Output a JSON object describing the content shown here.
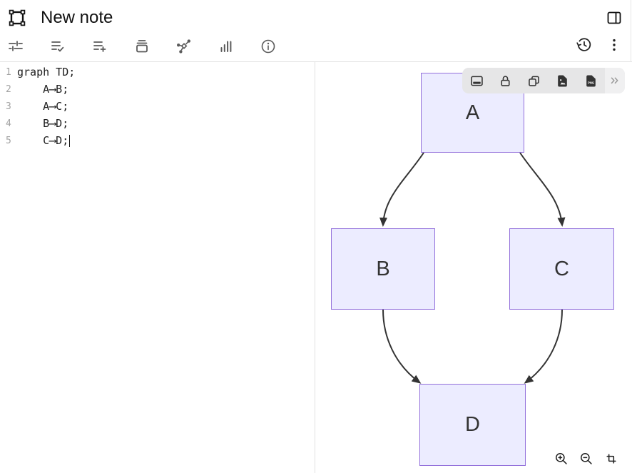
{
  "header": {
    "title": "New note",
    "logo_icon": "selection-frame-icon",
    "panel_toggle_icon": "layout-sidebar-icon"
  },
  "toolbar": {
    "items": [
      {
        "icon": "adjustments-icon"
      },
      {
        "icon": "list-check-icon"
      },
      {
        "icon": "list-add-icon"
      },
      {
        "icon": "archive-icon"
      },
      {
        "icon": "graph-icon"
      },
      {
        "icon": "bar-chart-icon"
      },
      {
        "icon": "info-icon"
      }
    ],
    "right": [
      {
        "icon": "history-icon"
      },
      {
        "icon": "more-vertical-icon"
      }
    ]
  },
  "editor": {
    "language": "mermaid",
    "lines": [
      {
        "num": "1",
        "text": "graph TD;"
      },
      {
        "num": "2",
        "text": "    A⟶B;"
      },
      {
        "num": "3",
        "text": "    A⟶C;"
      },
      {
        "num": "4",
        "text": "    B⟶D;"
      },
      {
        "num": "5",
        "text": "    C⟶D;"
      }
    ],
    "cursor_line": 5
  },
  "diagram": {
    "type": "flowchart",
    "direction": "TD",
    "nodes": [
      {
        "id": "A",
        "label": "A"
      },
      {
        "id": "B",
        "label": "B"
      },
      {
        "id": "C",
        "label": "C"
      },
      {
        "id": "D",
        "label": "D"
      }
    ],
    "edges": [
      {
        "from": "A",
        "to": "B"
      },
      {
        "from": "A",
        "to": "C"
      },
      {
        "from": "B",
        "to": "D"
      },
      {
        "from": "C",
        "to": "D"
      }
    ],
    "colors": {
      "node_fill": "#ECECFF",
      "node_border": "#9370DB",
      "edge": "#333333"
    }
  },
  "canvas_toolbar": {
    "items": [
      {
        "icon": "dock-bottom-icon"
      },
      {
        "icon": "lock-icon"
      },
      {
        "icon": "copy-icon"
      },
      {
        "icon": "image-file-icon"
      },
      {
        "icon": "png-export-icon",
        "label": "PNG"
      }
    ],
    "overflow_icon": "chevrons-right-icon"
  },
  "zoom_controls": {
    "items": [
      {
        "icon": "zoom-in-icon"
      },
      {
        "icon": "zoom-out-icon"
      },
      {
        "icon": "crop-icon"
      }
    ]
  }
}
